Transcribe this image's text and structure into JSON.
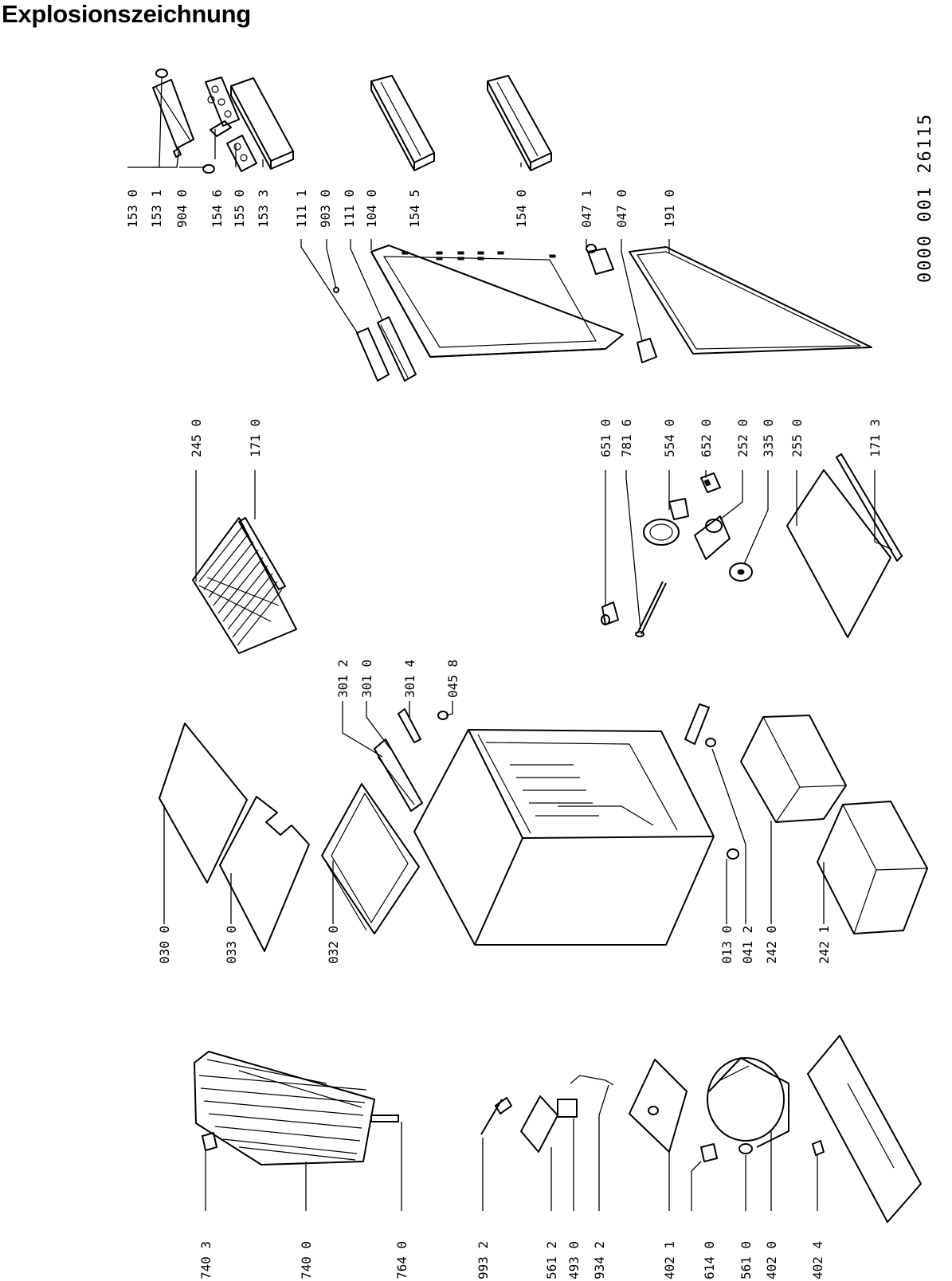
{
  "title": "Explosionszeichnung",
  "doc_number": "0000 001 26115",
  "labels": {
    "p153_0": "153 0",
    "p153_1": "153 1",
    "p904_0": "904 0",
    "p154_6": "154 6",
    "p155_0": "155 0",
    "p153_3": "153 3",
    "p111_1": "111 1",
    "p903_0": "903 0",
    "p111_0": "111 0",
    "p104_0": "104 0",
    "p154_5": "154 5",
    "p154_0": "154 0",
    "p047_1": "047 1",
    "p047_0": "047 0",
    "p191_0": "191 0",
    "p245_0": "245 0",
    "p171_0": "171 0",
    "p651_0": "651 0",
    "p781_6": "781 6",
    "p554_0": "554 0",
    "p652_0": "652 0",
    "p252_0": "252 0",
    "p335_0": "335 0",
    "p255_0": "255 0",
    "p171_3": "171 3",
    "p301_2": "301 2",
    "p301_0": "301 0",
    "p301_4": "301 4",
    "p045_8": "045 8",
    "p030_0": "030 0",
    "p033_0": "033 0",
    "p032_0": "032 0",
    "p013_0": "013 0",
    "p041_2": "041 2",
    "p242_0": "242 0",
    "p242_1": "242 1",
    "p740_3": "740 3",
    "p740_0": "740 0",
    "p764_0": "764 0",
    "p993_2": "993 2",
    "p561_2": "561 2",
    "p493_0": "493 0",
    "p934_2": "934 2",
    "p402_1": "402 1",
    "p614_0": "614 0",
    "p561_0": "561 0",
    "p402_0": "402 0",
    "p402_4": "402 4"
  }
}
